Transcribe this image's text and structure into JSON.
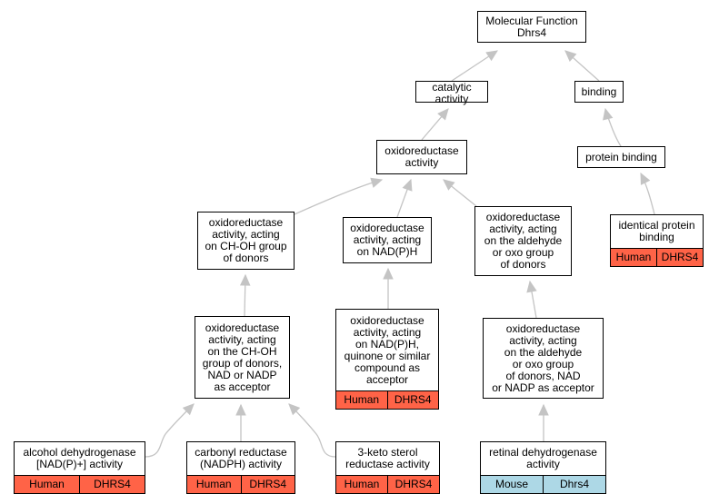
{
  "colors": {
    "human": "#ff6347",
    "mouse": "#add8e6",
    "edge": "#c4c4c4",
    "border": "#000000"
  },
  "nodes": {
    "mf": {
      "label": "Molecular Function\nDhrs4"
    },
    "catalytic": {
      "label": "catalytic activity"
    },
    "binding": {
      "label": "binding"
    },
    "oxidoreductase": {
      "label": "oxidoreductase\nactivity"
    },
    "protein_binding": {
      "label": "protein binding"
    },
    "choh_group": {
      "label": "oxidoreductase\nactivity, acting\non CH-OH group\nof donors"
    },
    "nadph_acting": {
      "label": "oxidoreductase\nactivity, acting\non NAD(P)H"
    },
    "aldehyde_oxo": {
      "label": "oxidoreductase\nactivity, acting\non the aldehyde\nor oxo group\nof donors"
    },
    "identical_protein": {
      "label": "identical protein\nbinding",
      "species": "Human",
      "gene": "DHRS4"
    },
    "choh_nad": {
      "label": "oxidoreductase\nactivity, acting\non the CH-OH\ngroup of donors,\nNAD or NADP\nas acceptor"
    },
    "quinone": {
      "label": "oxidoreductase\nactivity, acting\non NAD(P)H,\nquinone or similar\ncompound as\nacceptor",
      "species": "Human",
      "gene": "DHRS4"
    },
    "aldehyde_nad": {
      "label": "oxidoreductase\nactivity, acting\non the aldehyde\nor oxo group\nof donors, NAD\nor NADP as acceptor"
    },
    "alcohol_dh": {
      "label": "alcohol dehydrogenase\n[NAD(P)+] activity",
      "species": "Human",
      "gene": "DHRS4"
    },
    "carbonyl_reductase": {
      "label": "carbonyl reductase\n(NADPH) activity",
      "species": "Human",
      "gene": "DHRS4"
    },
    "keto_sterol": {
      "label": "3-keto sterol\nreductase activity",
      "species": "Human",
      "gene": "DHRS4"
    },
    "retinal_dh": {
      "label": "retinal dehydrogenase\nactivity",
      "species": "Mouse",
      "gene": "Dhrs4"
    }
  }
}
